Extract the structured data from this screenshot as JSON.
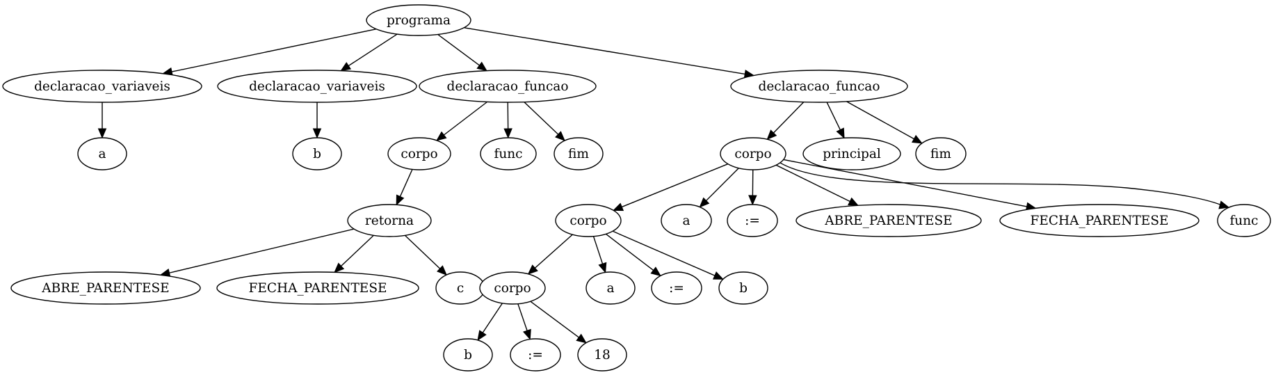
{
  "nodes": [
    {
      "id": "programa",
      "label": "programa"
    },
    {
      "id": "dv1",
      "label": "declaracao_variaveis"
    },
    {
      "id": "dv2",
      "label": "declaracao_variaveis"
    },
    {
      "id": "df1",
      "label": "declaracao_funcao"
    },
    {
      "id": "df2",
      "label": "declaracao_funcao"
    },
    {
      "id": "a1",
      "label": "a"
    },
    {
      "id": "b1",
      "label": "b"
    },
    {
      "id": "corpo1",
      "label": "corpo"
    },
    {
      "id": "func1",
      "label": "func"
    },
    {
      "id": "fim1",
      "label": "fim"
    },
    {
      "id": "corpo2",
      "label": "corpo"
    },
    {
      "id": "principal",
      "label": "principal"
    },
    {
      "id": "fim2",
      "label": "fim"
    },
    {
      "id": "retorna",
      "label": "retorna"
    },
    {
      "id": "ap1",
      "label": "ABRE_PARENTESE"
    },
    {
      "id": "fp1",
      "label": "FECHA_PARENTESE"
    },
    {
      "id": "c1",
      "label": "c"
    },
    {
      "id": "corpo3",
      "label": "corpo"
    },
    {
      "id": "a2",
      "label": "a"
    },
    {
      "id": "assign1",
      "label": ":="
    },
    {
      "id": "ap2",
      "label": "ABRE_PARENTESE"
    },
    {
      "id": "fp2",
      "label": "FECHA_PARENTESE"
    },
    {
      "id": "func2",
      "label": "func"
    },
    {
      "id": "corpo4",
      "label": "corpo"
    },
    {
      "id": "a3",
      "label": "a"
    },
    {
      "id": "assign2",
      "label": ":="
    },
    {
      "id": "b2",
      "label": "b"
    },
    {
      "id": "b3",
      "label": "b"
    },
    {
      "id": "assign3",
      "label": ":="
    },
    {
      "id": "n18",
      "label": "18"
    }
  ],
  "edges": [
    [
      "programa",
      "dv1"
    ],
    [
      "programa",
      "dv2"
    ],
    [
      "programa",
      "df1"
    ],
    [
      "programa",
      "df2"
    ],
    [
      "dv1",
      "a1"
    ],
    [
      "dv2",
      "b1"
    ],
    [
      "df1",
      "corpo1"
    ],
    [
      "df1",
      "func1"
    ],
    [
      "df1",
      "fim1"
    ],
    [
      "corpo1",
      "retorna"
    ],
    [
      "retorna",
      "ap1"
    ],
    [
      "retorna",
      "fp1"
    ],
    [
      "retorna",
      "c1"
    ],
    [
      "df2",
      "corpo2"
    ],
    [
      "df2",
      "principal"
    ],
    [
      "df2",
      "fim2"
    ],
    [
      "corpo2",
      "corpo3"
    ],
    [
      "corpo2",
      "a2"
    ],
    [
      "corpo2",
      "assign1"
    ],
    [
      "corpo2",
      "ap2"
    ],
    [
      "corpo2",
      "fp2"
    ],
    [
      "corpo2",
      "func2"
    ],
    [
      "corpo3",
      "corpo4"
    ],
    [
      "corpo3",
      "a3"
    ],
    [
      "corpo3",
      "assign2"
    ],
    [
      "corpo3",
      "b2"
    ],
    [
      "corpo4",
      "b3"
    ],
    [
      "corpo4",
      "assign3"
    ],
    [
      "corpo4",
      "n18"
    ]
  ]
}
